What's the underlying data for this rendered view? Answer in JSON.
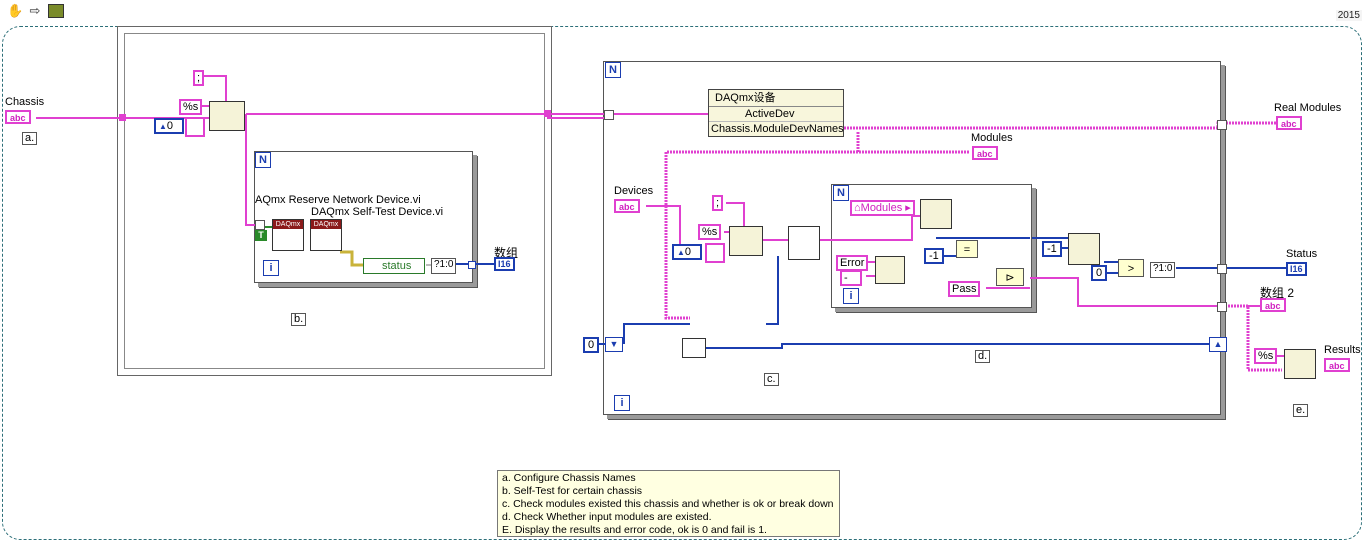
{
  "toolbar": {
    "hand_icon": "hand-icon",
    "arrow_icon": "arrow-icon",
    "highlight_icon": "highlight-execution-icon",
    "version": "2015"
  },
  "controls": {
    "chassis_label": "Chassis",
    "chassis_type": "abc",
    "devices_label": "Devices",
    "devices_type": "abc"
  },
  "indicators": {
    "real_modules_label": "Real Modules",
    "real_modules_type": "abc",
    "modules_label": "Modules",
    "modules_type": "abc",
    "status_label": "Status",
    "status_type": "I16",
    "array2_label": "数组 2",
    "array2_type": "abc",
    "results_label": "Results",
    "results_type": "abc",
    "array_label": "数组",
    "array_type": "I16"
  },
  "constants": {
    "semicolon_1": ";",
    "format_1": "%s",
    "zero_1": "0",
    "semicolon_2": ";",
    "format_2": "%s",
    "zero_2": "0",
    "modules_ref": "Modules",
    "error": "Error",
    "pass": "Pass",
    "minus_one_1": "-1",
    "minus_one_2": "-1",
    "zero_3": "0",
    "zero_4": "0",
    "format_3": "%s",
    "bool_true": "T"
  },
  "loops": {
    "n_label": "N",
    "i_label": "i"
  },
  "property_node": {
    "title": "DAQmx设备",
    "active_dev": "ActiveDev",
    "module_dev_names": "Chassis.ModuleDevNames"
  },
  "subvis": {
    "reserve_label": "AQmx Reserve Network Device.vi",
    "selftest_label": "DAQmx Self-Test Device.vi",
    "daqmx_badge": "DAQmx",
    "status_label": "status",
    "bool_to_num": "?1:0"
  },
  "section_labels": {
    "a": "a.",
    "b": "b.",
    "c": "c.",
    "d": "d.",
    "e": "e."
  },
  "comment": {
    "line1": "a. Configure Chassis Names",
    "line2": "b. Self-Test for certain chassis",
    "line3": "c. Check modules existed this chassis and whether is ok or break down",
    "line4": "d. Check Whether input modules are existed.",
    "line5": "E. Display the results and error code, ok is 0 and fail is 1."
  },
  "colors": {
    "string_wire": "#e040d0",
    "numeric_wire": "#1b3db0",
    "error_wire": "#b2a55a",
    "comment_bg": "#ffffe1",
    "node_bg": "#f5f3d8"
  }
}
